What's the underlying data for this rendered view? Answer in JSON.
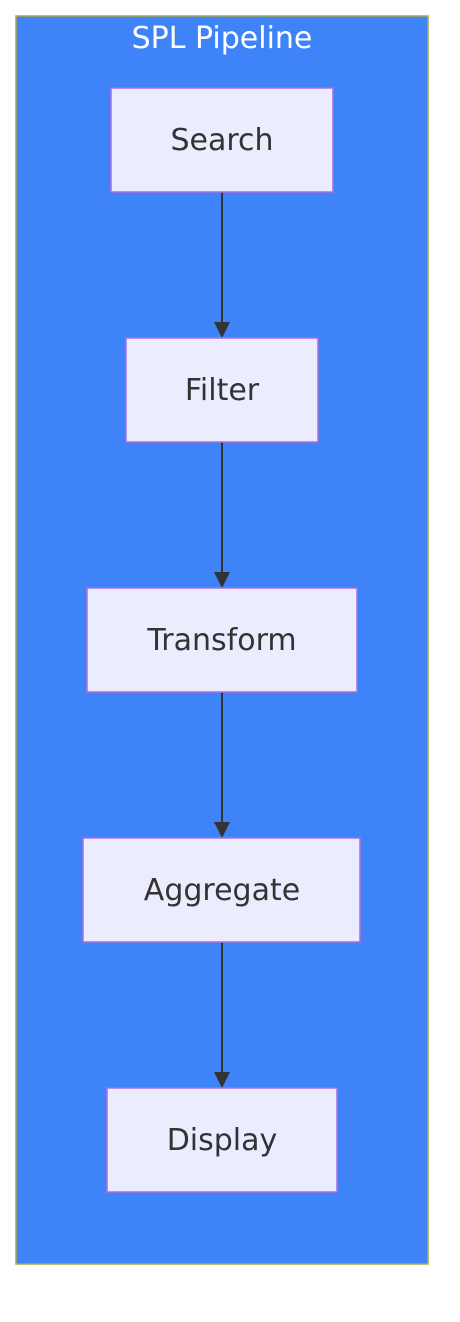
{
  "cluster": {
    "title": "SPL Pipeline"
  },
  "nodes": [
    {
      "id": "search",
      "label": "Search"
    },
    {
      "id": "filter",
      "label": "Filter"
    },
    {
      "id": "transform",
      "label": "Transform"
    },
    {
      "id": "aggregate",
      "label": "Aggregate"
    },
    {
      "id": "display",
      "label": "Display"
    }
  ],
  "edges": [
    {
      "from": "search",
      "to": "filter"
    },
    {
      "from": "filter",
      "to": "transform"
    },
    {
      "from": "transform",
      "to": "aggregate"
    },
    {
      "from": "aggregate",
      "to": "display"
    }
  ],
  "colors": {
    "cluster_fill": "#3f83f8",
    "cluster_border": "#a8a84a",
    "node_fill": "#ececff",
    "node_border": "#a86fe0",
    "text": "#333333",
    "edge": "#333333"
  }
}
